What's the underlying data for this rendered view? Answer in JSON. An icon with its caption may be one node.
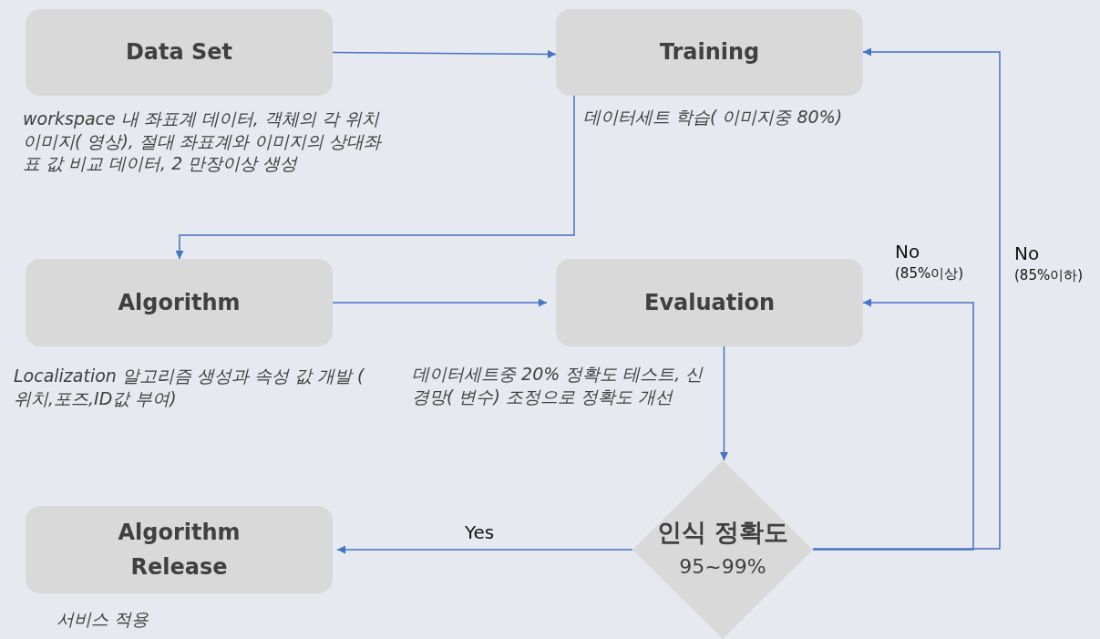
{
  "diagram": {
    "nodes": [
      {
        "text": [
          "Data Set"
        ],
        "beside": [
          "workspace 내 좌표계 데이터, 객체의 각 위치 이미지( 영상), 절대 좌표계와 이미지의 상대좌표 값 비교 데이터, 2 만장이상 생성"
        ]
      },
      {
        "text": [
          "Training"
        ],
        "beside": [
          "데이터세트 학습( 이미지중 80%)"
        ]
      },
      {
        "text": [
          "Algorithm"
        ],
        "beside": [
          "Localization 알고리즘 생성과 속성 값 개발 ( 위치,포즈,ID값 부여)"
        ]
      },
      {
        "text": [
          "Evaluation"
        ],
        "beside": [
          "데이터세트중 20% 정확도 테스트, 신경망( 변수) 조정으로 정확도 개선"
        ]
      },
      {
        "text": [
          "인식 정확도",
          "95~99%"
        ]
      },
      {
        "text": [
          "Algorithm Release"
        ],
        "beside": [
          "서비스 적용"
        ]
      }
    ],
    "edges": [
      {
        "from": 0,
        "to": 1,
        "arrow": "to"
      },
      {
        "from": 1,
        "to": 2,
        "arrow": "to"
      },
      {
        "from": 2,
        "to": 3,
        "arrow": "to"
      },
      {
        "from": 3,
        "to": 4,
        "arrow": "to"
      },
      {
        "from": 4,
        "to": 5,
        "arrow": "to",
        "label": "Yes"
      },
      {
        "from": 4,
        "to": 3,
        "arrow": "to",
        "label": "No (85%이상)"
      },
      {
        "from": 4,
        "to": 1,
        "arrow": "to",
        "label": "No (85%이하)"
      }
    ]
  }
}
